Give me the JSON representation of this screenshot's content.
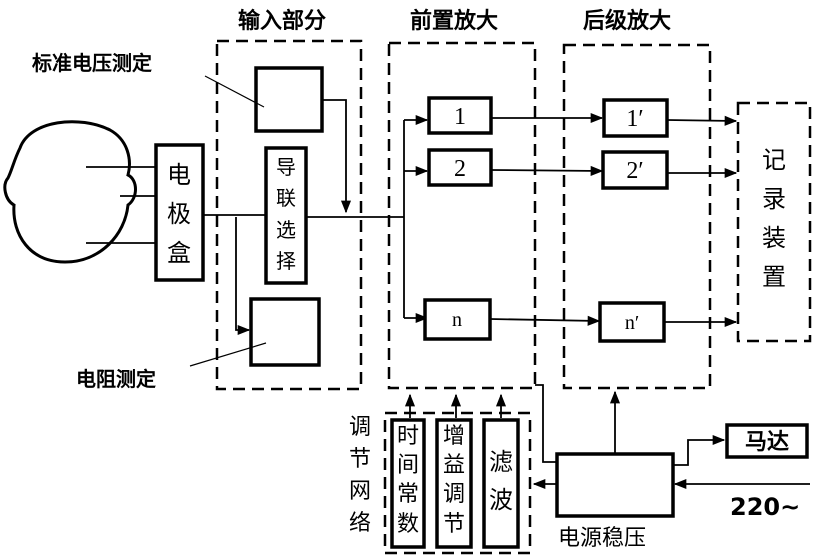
{
  "diagram": {
    "sections": {
      "input": "输入部分",
      "preamp": "前置放大",
      "postamp": "后级放大"
    },
    "labels": {
      "standard_voltage": "标准电压测定",
      "resistance": "电阻测定",
      "adjust_network": [
        "调",
        "节",
        "网",
        "络"
      ],
      "power_supply": "电源稳压",
      "mains": "220~"
    },
    "blocks": {
      "electrode_box": [
        "电",
        "极",
        "盒"
      ],
      "lead_select": [
        "导",
        "联",
        "选",
        "择"
      ],
      "recorder": [
        "记",
        "录",
        "装",
        "置"
      ],
      "time_constant": [
        "时",
        "间",
        "常",
        "数"
      ],
      "gain_adjust": [
        "增",
        "益",
        "调",
        "节"
      ],
      "filter": [
        "滤",
        "波"
      ],
      "motor": "马达"
    },
    "channels": {
      "pre": [
        "1",
        "2",
        "n"
      ],
      "post": [
        "1′",
        "2′",
        "n′"
      ]
    }
  }
}
